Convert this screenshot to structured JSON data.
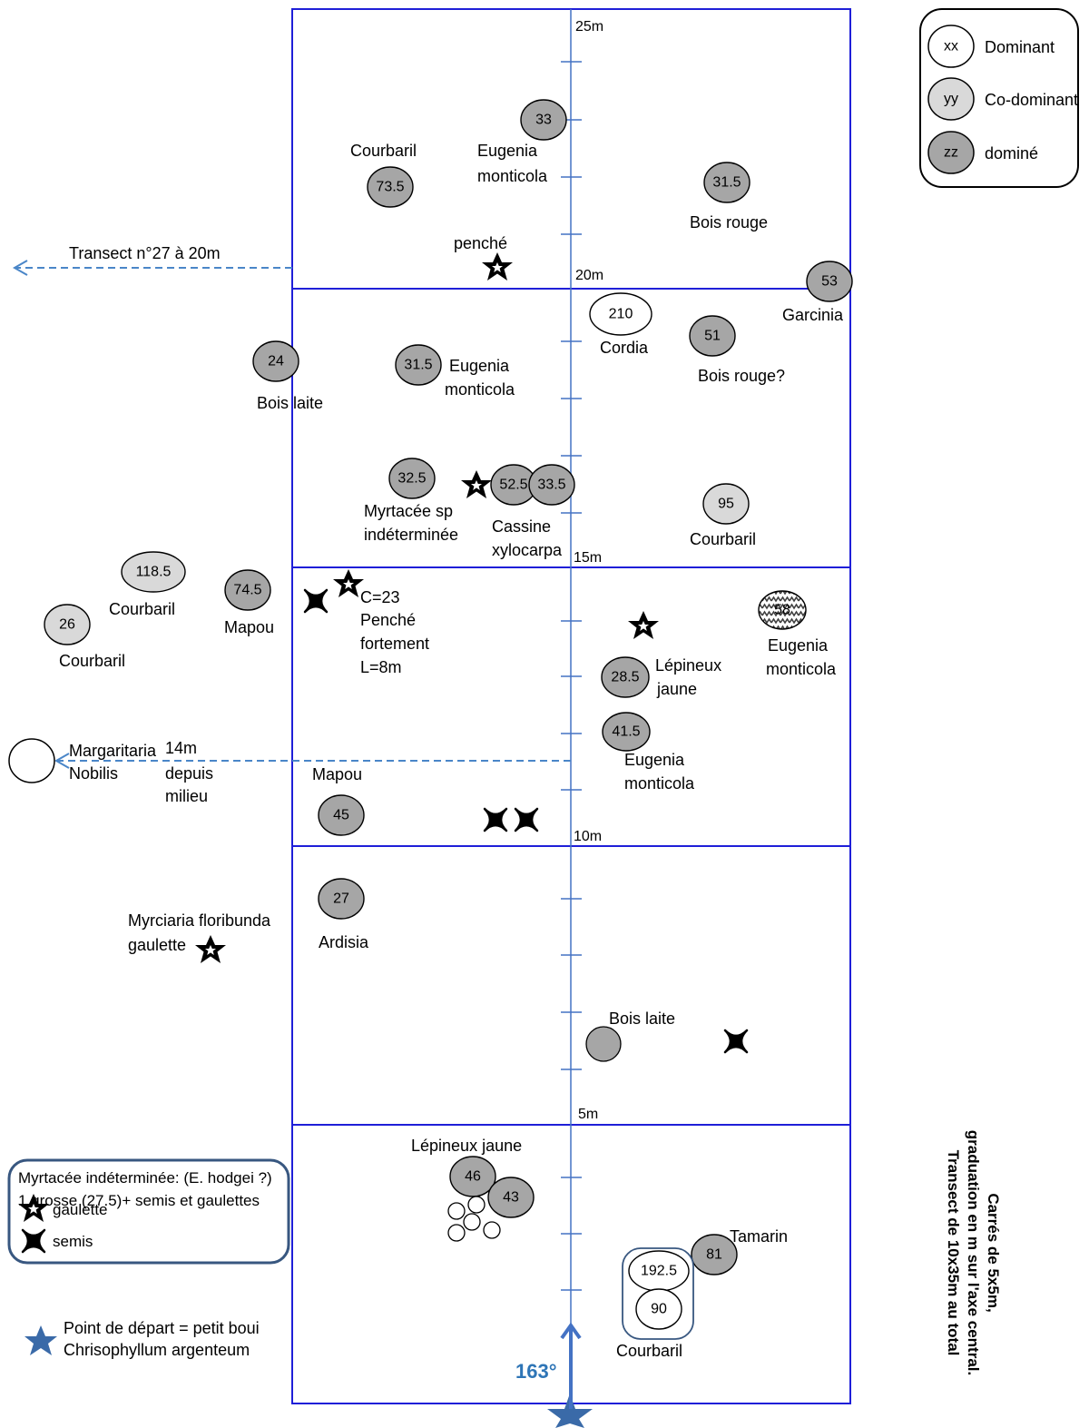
{
  "scale": {
    "m25": "25m",
    "m20": "20m",
    "m15": "15m",
    "m10": "10m",
    "m5": "5m"
  },
  "legend": {
    "dominant_code": "xx",
    "dominant": "Dominant",
    "codominant_code": "yy",
    "codominant": "Co-dominant",
    "domine_code": "zz",
    "domine": "dominé"
  },
  "transects": {
    "t27_label": "Transect n°27 à 20m",
    "margaritaria_line1": "Margaritaria",
    "margaritaria_line2": "Nobilis",
    "dist_line1": "14m",
    "dist_line2": "depuis",
    "dist_line3": "milieu"
  },
  "trees": [
    {
      "value": "33",
      "class": "domine"
    },
    {
      "value": "73.5",
      "class": "domine"
    },
    {
      "value": "31.5",
      "class": "domine"
    },
    {
      "value": "53",
      "class": "domine"
    },
    {
      "value": "210",
      "class": "dominant"
    },
    {
      "value": "51",
      "class": "domine"
    },
    {
      "value": "24",
      "class": "domine"
    },
    {
      "value": "31.5",
      "class": "domine"
    },
    {
      "value": "32.5",
      "class": "domine"
    },
    {
      "value": "52.5",
      "class": "domine"
    },
    {
      "value": "33.5",
      "class": "domine"
    },
    {
      "value": "95",
      "class": "codominant"
    },
    {
      "value": "118.5",
      "class": "codominant"
    },
    {
      "value": "74.5",
      "class": "domine"
    },
    {
      "value": "26",
      "class": "codominant"
    },
    {
      "value": "58",
      "class": "hatched"
    },
    {
      "value": "28.5",
      "class": "domine"
    },
    {
      "value": "41.5",
      "class": "domine"
    },
    {
      "value": "45",
      "class": "domine"
    },
    {
      "value": "27",
      "class": "domine"
    },
    {
      "value": "46",
      "class": "domine"
    },
    {
      "value": "43",
      "class": "domine"
    },
    {
      "value": "81",
      "class": "domine"
    },
    {
      "value": "192.5",
      "class": "dominant"
    },
    {
      "value": "90",
      "class": "dominant"
    }
  ],
  "species": {
    "courbaril_top": "Courbaril",
    "eugenia_top_1": "Eugenia",
    "eugenia_top_2": "monticola",
    "bois_rouge": "Bois rouge",
    "penche": "penché",
    "garcinia": "Garcinia",
    "cordia": "Cordia",
    "bois_rouge_q": "Bois rouge?",
    "bois_laite": "Bois  laite",
    "eugenia_mid_1": "Eugenia",
    "eugenia_mid_2": "monticola",
    "myrtacee_1": "Myrtacée sp",
    "myrtacee_2": "indéterminée",
    "cassine_1": "Cassine",
    "cassine_2": "xylocarpa",
    "courbaril_mid": "Courbaril",
    "courbaril_left1": "Courbaril",
    "courbaril_left2": "Courbaril",
    "mapou_left": "Mapou",
    "c23_1": "C=23",
    "c23_2": "Penché",
    "c23_3": "fortement",
    "c23_4": "L=8m",
    "lepineux_1": "Lépineux",
    "lepineux_2": "jaune",
    "eugenia_right_1": "Eugenia",
    "eugenia_right_2": "monticola",
    "eugenia_low_1": "Eugenia",
    "eugenia_low_2": "monticola",
    "mapou_low": "Mapou",
    "myrciaria_1": "Myrciaria floribunda",
    "myrciaria_2": "gaulette",
    "ardisia": "Ardisia",
    "bois_laite_low": "Bois laite",
    "lepineux_jaune_bottom": "Lépineux jaune",
    "tamarin": "Tamarin",
    "courbaril_bottom": "Courbaril"
  },
  "info_box": {
    "line1": "Myrtacée indéterminée: (E. hodgei ?)",
    "line2": "1 grosse (27.5)+ semis et gaulettes",
    "gaulette": "gaulette",
    "semis": "semis"
  },
  "start": {
    "line1": "Point de départ = petit boui",
    "line2": "Chrisophyllum  argenteum"
  },
  "bearing": "163°",
  "note": {
    "line1": "Carrés de 5x5m,",
    "line2": "graduation en m sur l'axe central.",
    "line3": "Transect de 10x35m au total"
  },
  "colors": {
    "grid_blue": "#1f1fd8",
    "axis_blue": "#4472c4",
    "dashed_blue": "#4a86c8",
    "domine": "#a6a6a6",
    "codominant": "#d9d9d9",
    "dominant": "#ffffff",
    "legend_border": "#000000",
    "info_border": "#385780",
    "bearing": "#2e75b6"
  }
}
